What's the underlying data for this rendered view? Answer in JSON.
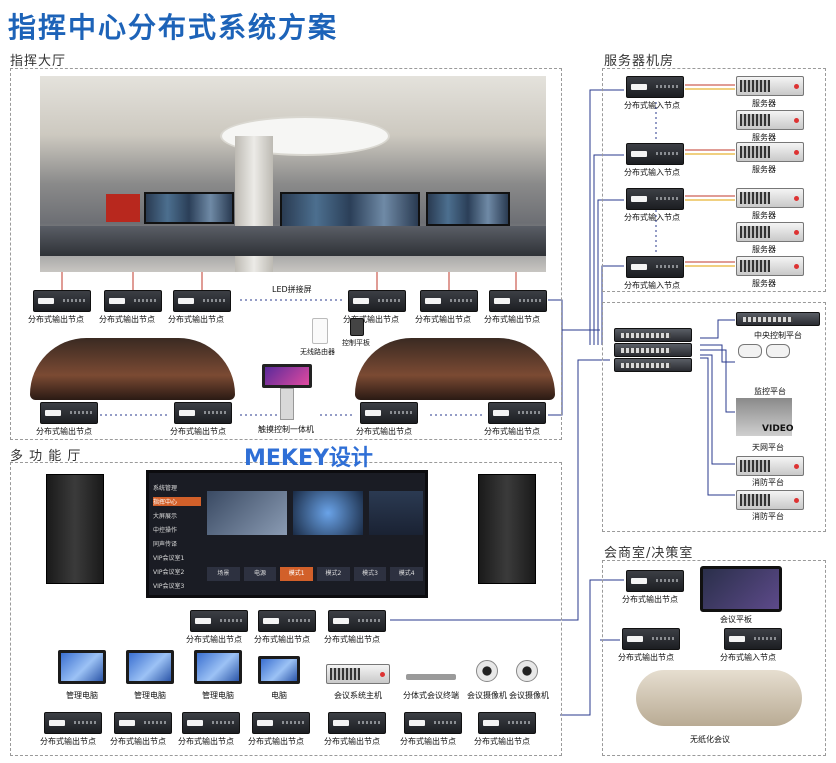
{
  "title": "指挥中心分布式系统方案",
  "sections": {
    "hall": "指挥大厅",
    "server_room": "服务器机房",
    "multi_hall": "多 功 能 厅",
    "meeting_room": "会商室/决策室"
  },
  "watermark": "MEKEY设计",
  "hall": {
    "led_label": "LED拼接屏",
    "output_node": "分布式输出节点",
    "router_label": "无线路由器",
    "tablet_label": "控制平板",
    "touch_label": "触摸控制一体机"
  },
  "server_room": {
    "input_node": "分布式输入节点",
    "server": "服务器"
  },
  "platforms": {
    "central": "中央控制平台",
    "monitor": "监控平台",
    "skynet": "天网平台",
    "fire": "消防平台",
    "video_text": "VIDEO"
  },
  "multi": {
    "output_node": "分布式输出节点",
    "mgmt_pc": "管理电脑",
    "pc": "电脑",
    "conf_host": "会议系统主机",
    "conf_terminal": "分体式会议终端",
    "camera": "会议摄像机",
    "ui_menu": [
      "系统管理",
      "指挥中心",
      "大屏展示",
      "中控操作",
      "同声传译",
      "VIP会议室1",
      "VIP会议室2",
      "VIP会议室3"
    ],
    "ui_buttons": [
      "场景",
      "电源",
      "模式1",
      "模式2",
      "模式3",
      "模式4"
    ]
  },
  "meeting": {
    "output_node": "分布式输出节点",
    "input_node": "分布式输入节点",
    "panel": "会议平板",
    "paperless": "无纸化会议"
  }
}
